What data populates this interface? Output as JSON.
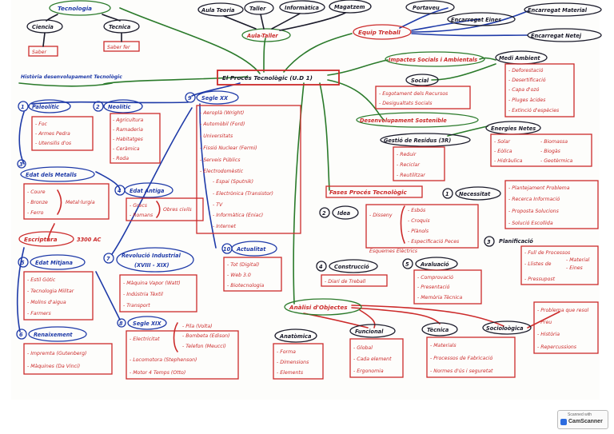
{
  "colors": {
    "black": "#1a1a2a",
    "red": "#cc2a2a",
    "blue": "#1e3aa8",
    "green": "#2a7a2a"
  },
  "center": "El Procés Tecnològic (U.D 1)",
  "tecnologia": {
    "title": "Tecnologia",
    "ciencia": "Ciencia",
    "tecnica": "Tecnica",
    "saber": "Saber",
    "saber_fer": "Saber fer"
  },
  "top": {
    "aula_teoria": "Aula Teoria",
    "taller": "Taller",
    "informatica": "Informàtica",
    "magatzem": "Magatzem",
    "aula_taller": "Aula-Taller"
  },
  "equip": {
    "title": "Equip Treball",
    "portaveu": "Portaveu",
    "encarregat_eines": "Encarregat Eines",
    "encarregat_material": "Encarregat Material",
    "encarregat_netes": "Encarregat Netej"
  },
  "historia": {
    "title": "Història desenvolupament Tecnològic",
    "n1": "1",
    "n2": "2",
    "n3": "3",
    "n4": "4",
    "n5": "5",
    "n6": "6",
    "n7": "7",
    "n8": "8",
    "n9": "9",
    "n10": "10"
  },
  "paleolitic": {
    "title": "Paleolític",
    "items": [
      "- Foc",
      "- Armes Pedra",
      "- Utensilis d'os"
    ]
  },
  "neolitic": {
    "title": "Neolític",
    "items": [
      "- Agricultura",
      "- Ramaderia",
      "- Habitatges",
      "- Ceràmica",
      "- Roda"
    ]
  },
  "metalls": {
    "title": "Edat dels Metalls",
    "items": [
      "- Coure",
      "- Bronze",
      "- Ferro"
    ],
    "metallurgia": "Metal·lurgia"
  },
  "escriptura": {
    "title": "Escriptura",
    "date": "3300 AC"
  },
  "antiga": {
    "title": "Edat Antiga",
    "items": [
      "- Grecs",
      "- Romans"
    ],
    "obres": "Obres civils"
  },
  "mitjana": {
    "title": "Edat Mitjana",
    "items": [
      "- Estil Gòtic",
      "- Tecnologia Militar",
      "- Molins d'aigua",
      "- Farmers"
    ]
  },
  "renaixement": {
    "title": "Renaixement",
    "items": [
      "- Impremta (Gutenberg)",
      "- Màquines (Da Vinci)"
    ]
  },
  "industrial": {
    "title": "Revolució Industrial",
    "subtitle": "(XVIII - XIX)",
    "items": [
      "- Màquina Vapor (Watt)",
      "- Indústria Tèxtil",
      "- Transport"
    ]
  },
  "segle19": {
    "title": "Segle XIX",
    "electricitat": "- Electricitat",
    "elec_items": [
      "- Pila (Volta)",
      "- Bombeta (Edison)",
      "- Telefon (Meucci)"
    ],
    "items": [
      "- Locomotora (Stephenson)",
      "- Motor 4 Temps (Otto)"
    ]
  },
  "segle20": {
    "title": "Segle XX",
    "items": [
      "- Aeroplà (Wright)",
      "- Automòbil (Ford)",
      "- Universitats",
      "- Fissió Nuclear (Fermi)",
      "- Serveis Públics",
      "- Electrodomèstic",
      "- Espai (Sputnik)",
      "- Electrònica (Transistor)",
      "- TV",
      "- Informàtica (Eniac)",
      "- Internet"
    ]
  },
  "actualitat": {
    "title": "Actualitat",
    "items": [
      "- Tot (Digital)",
      "- Web 3.0",
      "- Biotecnologia"
    ]
  },
  "impactes": {
    "title": "Impactes Socials i Ambientals",
    "social": "Social",
    "social_items": [
      "- Esgotament dels Recursos",
      "- Desigualtats Socials"
    ],
    "medi": "Medi Ambient",
    "medi_items": [
      "- Deforestació",
      "- Desertificació",
      "- Capa d'ozó",
      "- Pluges àcides",
      "- Extinció d'espècies"
    ]
  },
  "sostenible": {
    "title": "Desenvolupament Sostenible",
    "residus": "Gestió de Residus (3R)",
    "residus_items": [
      "- Reduir",
      "- Reciclar",
      "- Reutilitzar"
    ],
    "energies": "Energies Netes",
    "energies_col1": [
      "- Solar",
      "- Eòlica",
      "- Hidràulica"
    ],
    "energies_col2": [
      "- Biomassa",
      "- Biogàs",
      "- Geotèrmica"
    ]
  },
  "fases": {
    "title": "Fases Procés Tecnològic",
    "necessitat": "Necessitat",
    "necessitat_items": [
      "- Plantejament Problema",
      "- Recerca Informació",
      "- Proposta Solucions",
      "- Solució Escollida"
    ],
    "idea": "Idea",
    "disseny": "- Disseny",
    "disseny_items": [
      "- Esbós",
      "- Croquis",
      "- Plànols",
      "- Especificació Peces"
    ],
    "esquemes": "Esquemes Elèctrics",
    "planificacio": "Planificació",
    "planif_items": [
      "- Full de Processos",
      "- Llistes de",
      "- Material",
      "- Eines",
      "- Pressupost"
    ],
    "construccio": "Construcció",
    "diari": "- Diari de Treball",
    "avaluacio": "Avaluació",
    "aval_items": [
      "- Comprovació",
      "- Presentació",
      "- Memòria Tècnica"
    ],
    "n1": "1",
    "n2": "2",
    "n3": "3",
    "n4": "4",
    "n5": "5"
  },
  "analisi": {
    "title": "Anàlisi d'Objectes",
    "anatomica": "Anatòmica",
    "anat_items": [
      "- Forma",
      "- Dimensions",
      "- Elements"
    ],
    "funcional": "Funcional",
    "func_items": [
      "- Global",
      "- Cada element",
      "- Ergonomia"
    ],
    "tecnica": "Tècnica",
    "tec_items": [
      "- Materials",
      "- Processos de Fabricació",
      "- Normes d'ús i seguretat"
    ],
    "socio": "Socioloògica",
    "socio_items": [
      "- Problema que resol",
      "- Preu",
      "- Història",
      "- Repercussions"
    ]
  },
  "scanner": {
    "line1": "Scanned with",
    "line2": "CamScanner"
  }
}
